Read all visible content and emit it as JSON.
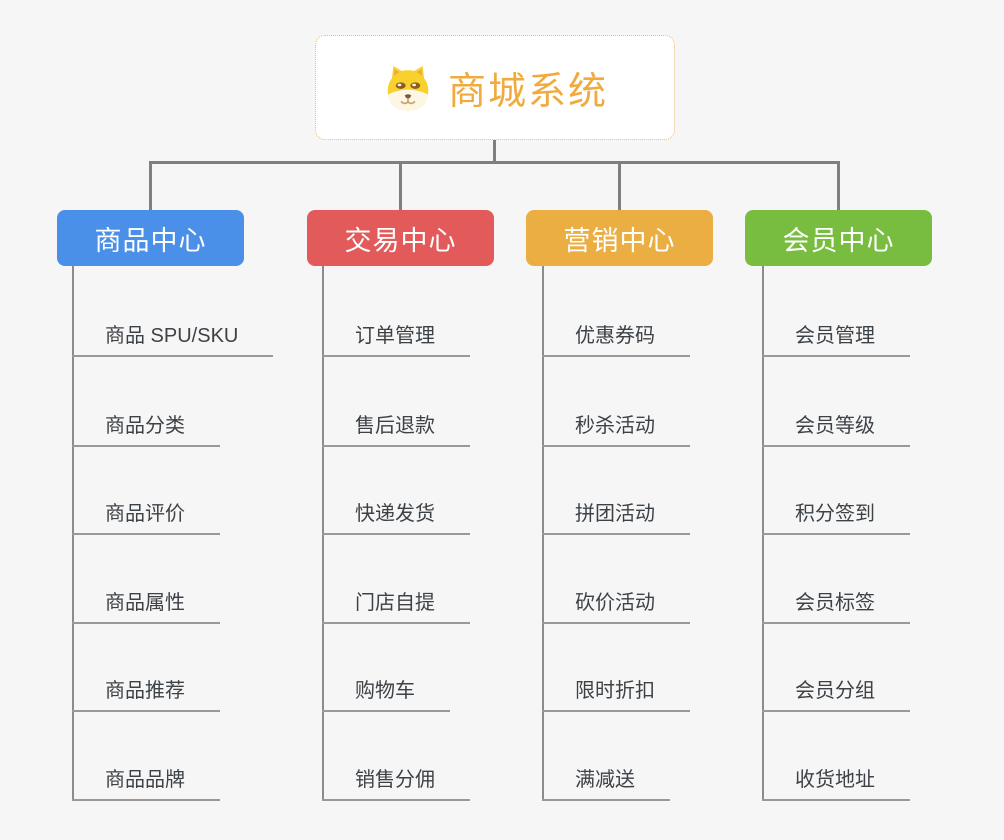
{
  "root": {
    "title": "商城系统",
    "title_color": "#f0aa3e",
    "icon": "dog-face-icon",
    "border_color": "#f3b863"
  },
  "branches": [
    {
      "label": "商品中心",
      "color": "#4a8fe8",
      "items": [
        "商品 SPU/SKU",
        "商品分类",
        "商品评价",
        "商品属性",
        "商品推荐",
        "商品品牌"
      ]
    },
    {
      "label": "交易中心",
      "color": "#e25a5a",
      "items": [
        "订单管理",
        "售后退款",
        "快递发货",
        "门店自提",
        "购物车",
        "销售分佣"
      ]
    },
    {
      "label": "营销中心",
      "color": "#ebae42",
      "items": [
        "优惠券码",
        "秒杀活动",
        "拼团活动",
        "砍价活动",
        "限时折扣",
        "满减送"
      ]
    },
    {
      "label": "会员中心",
      "color": "#78bd40",
      "items": [
        "会员管理",
        "会员等级",
        "积分签到",
        "会员标签",
        "会员分组",
        "收货地址"
      ]
    }
  ],
  "connector_color": "#7f7f7f",
  "leaf_text_color": "#3d4247",
  "background_color": "#f6f6f6"
}
